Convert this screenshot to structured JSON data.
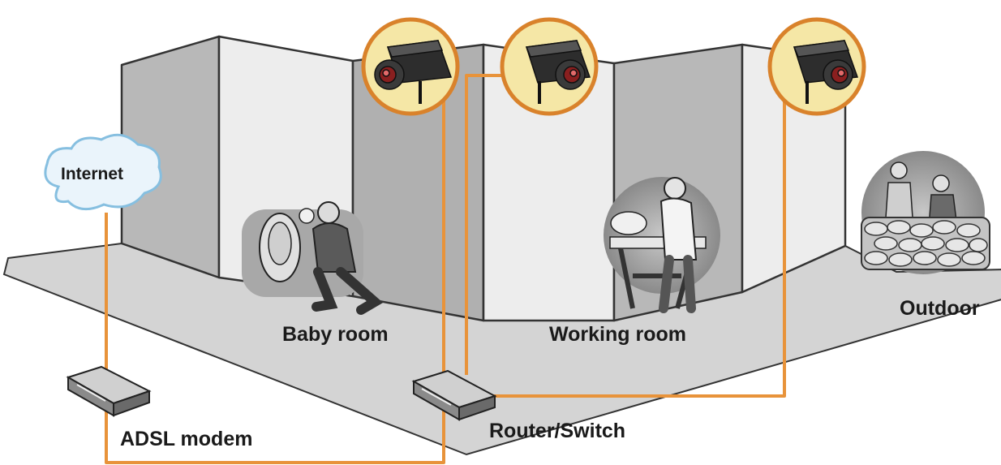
{
  "labels": {
    "internet": "Internet",
    "adsl_modem": "ADSL modem",
    "router_switch": "Router/Switch",
    "baby_room": "Baby room",
    "working_room": "Working room",
    "outdoor": "Outdoor"
  },
  "colors": {
    "cable": "#E8933A",
    "camera_badge_fill": "#F5E7A6",
    "camera_badge_ring": "#D9822B",
    "floor": "#D4D4D4",
    "wall_dark": "#B8B8B8",
    "wall_light": "#E9E9E9",
    "cloud_fill": "#EAF4FB",
    "cloud_stroke": "#86BFE0"
  },
  "icons": [
    "cloud-icon",
    "ip-camera-icon",
    "modem-icon",
    "router-icon",
    "person-icon"
  ]
}
